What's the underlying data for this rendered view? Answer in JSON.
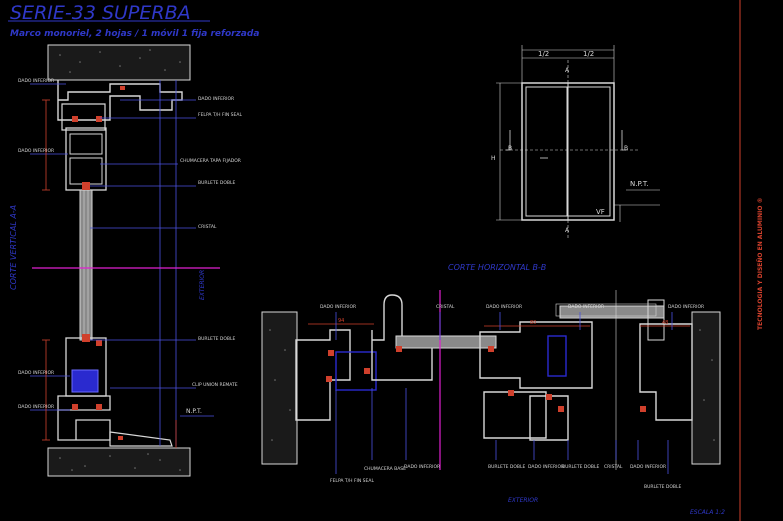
{
  "title": "SERIE-33 SUPERBA",
  "subtitle": "Marco monoriel, 2 hojas / 1 móvil 1 fija reforzada",
  "vertical_section_label": "CORTE VERTICAL A-A",
  "horizontal_section_label": "CORTE HORIZONTAL B-B",
  "exterior_label": "EXTERIOR",
  "npt_label": "N.P.T.",
  "scale_label": "ESCALA 1:2",
  "elevation": {
    "half_left": "1/2",
    "half_right": "1/2",
    "letter_a": "A",
    "letter_b_left": "B",
    "letter_b_right": "B",
    "letter_h": "H",
    "vf_label": "VF",
    "npt": "N.P.T."
  },
  "side_credit": "TECNOLOGIA Y DISEÑO EN ALUMINIO ®",
  "vertical_callouts": [
    {
      "text": "DADO INFERIOR",
      "side": "left"
    },
    {
      "text": "DADO INFERIOR",
      "side": "right"
    },
    {
      "text": "FELPA T/H FIN SEAL",
      "side": "right"
    },
    {
      "text": "DADO INFERIOR",
      "side": "left"
    },
    {
      "text": "CHUMACERA TAPA FIJADOR",
      "side": "right"
    },
    {
      "text": "BURLETE DOBLE",
      "side": "right"
    },
    {
      "text": "CRISTAL",
      "side": "right"
    },
    {
      "text": "BURLETE DOBLE",
      "side": "right"
    },
    {
      "text": "DADO INFERIOR",
      "side": "left"
    },
    {
      "text": "CLIP UNION REMATE",
      "side": "right"
    },
    {
      "text": "DADO INFERIOR",
      "side": "left"
    }
  ],
  "horizontal_callouts": [
    {
      "text": "DADO INFERIOR",
      "pos": "top"
    },
    {
      "text": "CRISTAL",
      "pos": "top"
    },
    {
      "text": "DADO INFERIOR",
      "pos": "top"
    },
    {
      "text": "DADO INFERIOR",
      "pos": "top"
    },
    {
      "text": "DADO INFERIOR",
      "pos": "top"
    },
    {
      "text": "FELPA T/H FIN SEAL",
      "pos": "bottom"
    },
    {
      "text": "CHUMACERA BASE",
      "pos": "bottom"
    },
    {
      "text": "DADO INFERIOR",
      "pos": "bottom"
    },
    {
      "text": "BURLETE DOBLE",
      "pos": "bottom"
    },
    {
      "text": "DADO INFERIOR",
      "pos": "bottom"
    },
    {
      "text": "BURLETE DOBLE",
      "pos": "bottom"
    },
    {
      "text": "CRISTAL",
      "pos": "bottom"
    },
    {
      "text": "DADO INFERIOR",
      "pos": "bottom"
    },
    {
      "text": "BURLETE DOBLE",
      "pos": "bottom"
    }
  ],
  "colors": {
    "background": "#000000",
    "profile_white": "#d8d8d8",
    "dimension_red": "#d0402c",
    "title_blue": "#2f38c8",
    "leader_blue": "#4a52e0",
    "axis_magenta": "#e020d0",
    "glass_gray": "#8a8a8a"
  }
}
